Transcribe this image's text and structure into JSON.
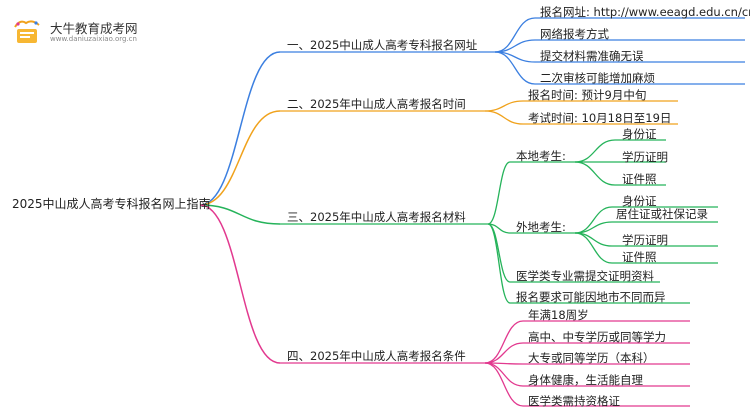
{
  "brand": {
    "name": "大牛教育成考网",
    "url_text": "www.daniuzaixiao.org.cn"
  },
  "root": "2025中山成人高考专科报名网上指南",
  "colors": {
    "blue": "#3b7fe0",
    "orange": "#f0a21c",
    "green": "#25b35a",
    "pink": "#e2398f"
  },
  "branches": [
    {
      "title": "一、2025中山成人高考专科报名网址",
      "items": [
        "报名网址: http://www.eeagd.edu.cn/cr",
        "网络报考方式",
        "提交材料需准确无误",
        "二次审核可能增加麻烦"
      ]
    },
    {
      "title": "二、2025年中山成人高考报名时间",
      "items": [
        "报名时间: 预计9月中旬",
        "考试时间: 10月18日至19日"
      ]
    },
    {
      "title": "三、2025年中山成人高考报名材料",
      "groups": [
        {
          "label": "本地考生:",
          "items": [
            "身份证",
            "学历证明",
            "证件照"
          ]
        },
        {
          "label": "外地考生:",
          "items": [
            "身份证",
            "居住证或社保记录",
            "学历证明",
            "证件照"
          ]
        }
      ],
      "items": [
        "医学类专业需提交证明资料",
        "报名要求可能因地市不同而异"
      ]
    },
    {
      "title": "四、2025年中山成人高考报名条件",
      "items": [
        "年满18周岁",
        "高中、中专学历或同等学力",
        "大专或同等学历（本科）",
        "身体健康，生活能自理",
        "医学类需持资格证"
      ]
    }
  ]
}
